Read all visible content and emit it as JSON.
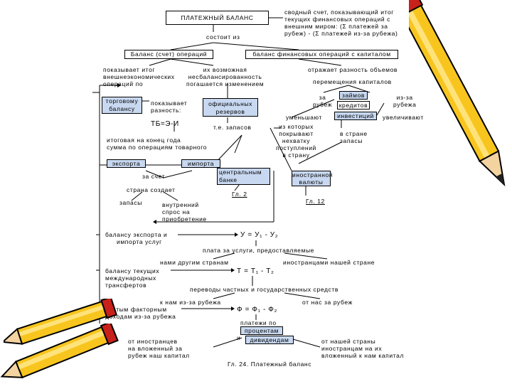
{
  "title_box": "ПЛАТЕЖНЫЙ БАЛАНС",
  "definition": [
    "сводный счет, показывающий итог",
    "текущих финансовых операций с",
    "внешним миром: (Σ платежей за",
    "рубеж) - (Σ платежей из-за рубежа)"
  ],
  "consists_of": "состоит из",
  "current_account_box": "Баланс (счет) операций",
  "capital_account_box": "баланс финансовых операций с капиталом",
  "shows_result": [
    "показывает итог",
    "внешнеэкономических",
    "операций по"
  ],
  "possible_imbalance": [
    "их возможная",
    "несбалансированность",
    "погашается изменением"
  ],
  "reflects_difference": "отражает разность объемов",
  "capital_movement": "перемещения капиталов",
  "trade_balance_box": [
    "торговому",
    "балансу"
  ],
  "shows_difference": [
    "показывает",
    "разность:"
  ],
  "formula_tb": "ТБ=Э-И",
  "official_reserves_box": [
    "официальных",
    "резервов"
  ],
  "ie_reserves": "т.е. запасов",
  "abroad_label": [
    "за",
    "рубеж"
  ],
  "loans_box": "займов",
  "credits_box": "кредитов",
  "investment_box": "инвестиций",
  "from_abroad_label": [
    "из-за",
    "рубежа"
  ],
  "decreases": "уменьшают",
  "increases": "увеличивают",
  "from_which": [
    "из которых",
    "покрывают",
    "нехватку",
    "поступлений",
    "в страну"
  ],
  "country_reserves": [
    "в стране",
    "запасы"
  ],
  "year_end_total": [
    "итоговая на конец года",
    "сумма по операциям товарного"
  ],
  "export_box": "экспорта",
  "import_box": "импорта",
  "at_expense": "за счет",
  "country_creates": "страна создает",
  "reserves_word": "запасы",
  "domestic_demand": [
    "внутренний",
    "спрос на",
    "приобретение"
  ],
  "central_bank_box": [
    "центральным",
    "банке"
  ],
  "ch2": "Гл. 2",
  "foreign_currency_box": [
    "иностранной",
    "валюты"
  ],
  "ch12": "Гл. 12",
  "services_balance": [
    "балансу экспорта и",
    "импорта услуг"
  ],
  "formula_u": "У = У₁ - У₂",
  "services_payment": "плата за услуги, предоставляемые",
  "by_us": "нами другим странам",
  "by_foreigners": "иностранцами нашей стране",
  "transfers_balance": [
    "балансу текущих",
    "международных",
    "трансфертов"
  ],
  "formula_t": "Т = Т₁ - Т₂",
  "transfers_desc": "переводы частных и государственных средств",
  "to_us": "к нам из-за рубежа",
  "from_us": "от нас за рубеж",
  "factor_income": [
    "чистым факторным",
    "доходам из-за рубежа"
  ],
  "formula_f": "Ф = Ф₁ - Ф₂",
  "payment_of": "платежи по",
  "interest_box": "процентам",
  "and_word": "и",
  "dividends_box": "дивидендам",
  "from_foreigners": [
    "от иностранцев",
    "на вложенный за",
    "рубеж наш капитал"
  ],
  "from_our_country": [
    "от нашей страны",
    "иностранцам на их",
    "вложенный к нам капитал"
  ],
  "caption": "Гл. 24. Платежный баланс",
  "colors": {
    "box_fill": "#c8d8f0",
    "line": "#000000",
    "pencil_yellow": "#f7c51e",
    "pencil_red": "#c8201a"
  }
}
